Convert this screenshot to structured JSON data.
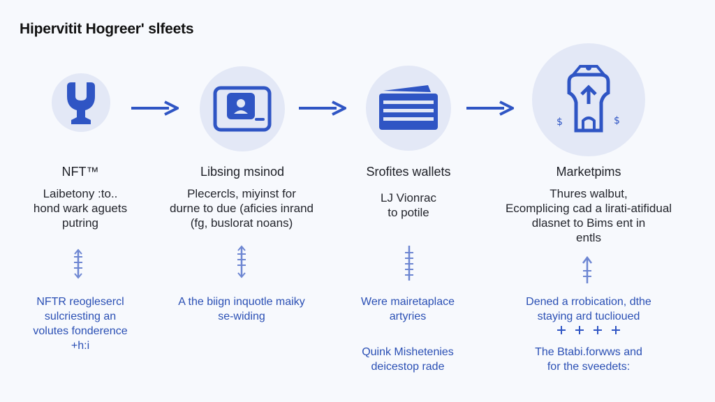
{
  "title": "Hipervitit Hogreer' slfeets",
  "colors": {
    "accent": "#2f55c4",
    "circle_bg": "#e3e8f6",
    "note_text": "#2a4fb4"
  },
  "stages": [
    {
      "icon": "goblet-icon",
      "title": "NFT™",
      "desc": [
        "Laibetony :to..",
        "hond wark aguets",
        "putring"
      ],
      "note": [
        "NFTR reoglesercl",
        "sulcriesting an",
        "volutes fonderence",
        "+h:i"
      ]
    },
    {
      "icon": "certificate-icon",
      "title": "Libsing msinod",
      "desc": [
        "Plecercls, miyinst for",
        "durne to due (aficies inrand",
        "(fg, buslorat noans)"
      ],
      "note": [
        "A the biign inquotle maiky",
        "se-widing"
      ]
    },
    {
      "icon": "wallet-icon",
      "title": "Srofites wallets",
      "desc": [
        "LJ Vionrac",
        "to potile"
      ],
      "note": [
        "Were mairetaplace",
        "artyries"
      ],
      "note2": [
        "Quink Mishetenies",
        "deicestop rade"
      ]
    },
    {
      "icon": "marketplace-robot-icon",
      "title": "Marketpims",
      "desc": [
        "Thures walbut,",
        "Ecomplicing cad a lirati-atifidual",
        "dlasnet to Bims ent in",
        "entls"
      ],
      "note": [
        "Dened a rrobication, dthe",
        "staying ard tuclioued"
      ],
      "note2": [
        "The Btabi.forwws and",
        "for the sveedets:"
      ]
    }
  ]
}
